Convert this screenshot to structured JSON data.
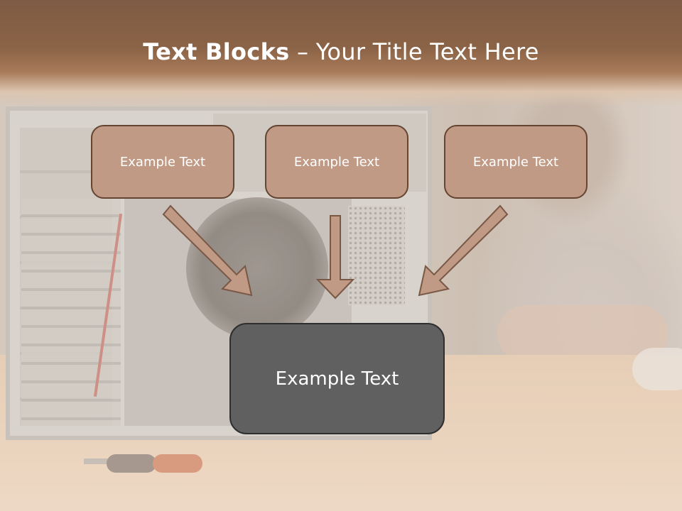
{
  "slide": {
    "title_bold": "Text Blocks",
    "title_rest": " – Your Title Text Here",
    "blocks": [
      {
        "label": "Example Text"
      },
      {
        "label": "Example Text"
      },
      {
        "label": "Example Text"
      }
    ],
    "target": {
      "label": "Example Text"
    }
  },
  "colors": {
    "banner": "#8b6346",
    "block_fill": "#c09a84",
    "block_border": "#654532",
    "target_fill": "#606060",
    "target_border": "#2f2f2f",
    "arrow_fill": "#c09a84",
    "arrow_border": "#7a5846"
  },
  "background_image": "computer-repair-photo"
}
